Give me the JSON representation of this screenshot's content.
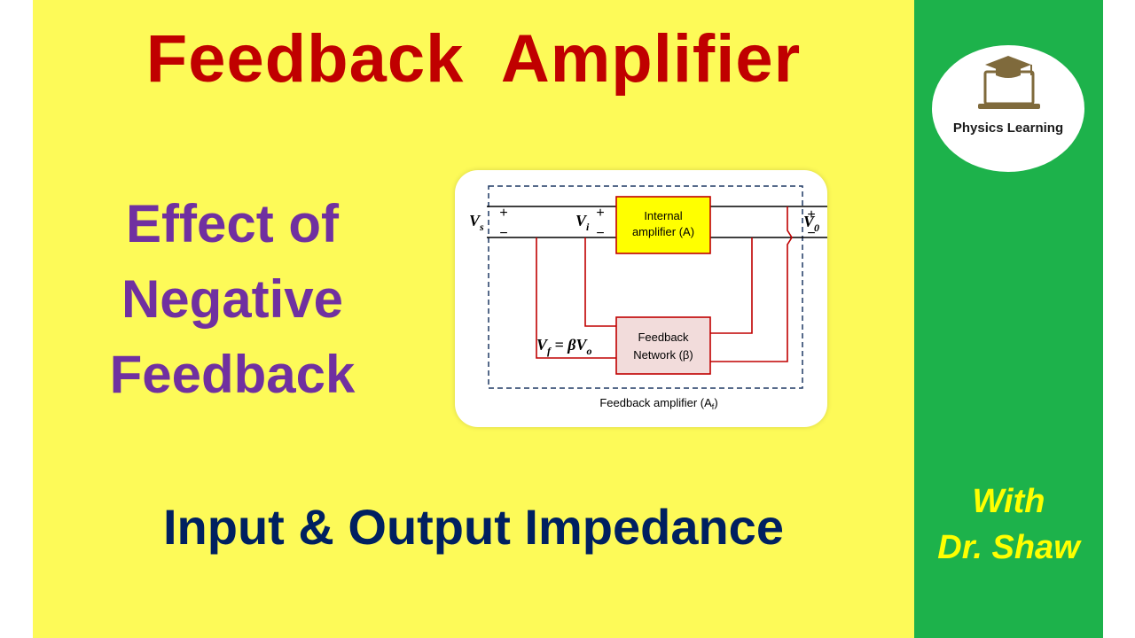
{
  "title": "Feedback  Amplifier",
  "subtitle_lines": [
    "Effect of",
    "Negative",
    "Feedback"
  ],
  "bottom_title": "Input & Output Impedance",
  "diagram": {
    "internal_amp_lines": [
      "Internal",
      "amplifier (A)"
    ],
    "feedback_net_lines": [
      "Feedback",
      "Network (β)"
    ],
    "vs_label": "V",
    "vs_sub": "s",
    "vi_label": "V",
    "vi_sub": "i",
    "vo_label": "V",
    "vo_sub": "0",
    "vf_label": "V",
    "vf_sub": "f",
    "vf_expr": " = βV",
    "vf_expr_sub": "o",
    "plus": "+",
    "minus": "−",
    "caption": "Feedback amplifier (A",
    "caption_sub": "f",
    "caption_end": ")",
    "colors": {
      "internal_amp_fill": "#ffff00",
      "feedback_net_fill": "#f2dcdb",
      "wire_red": "#c00000",
      "dashed_border": "#1f3864"
    }
  },
  "sidebar": {
    "logo_text": "Physics Learning",
    "author_lines": [
      "With",
      "Dr. Shaw"
    ]
  },
  "colors": {
    "main_bg": "#fdfa58",
    "side_bg": "#1db24b",
    "title": "#c00000",
    "subtitle": "#7030a0",
    "bottom_title": "#002060",
    "author": "#ffff00"
  }
}
